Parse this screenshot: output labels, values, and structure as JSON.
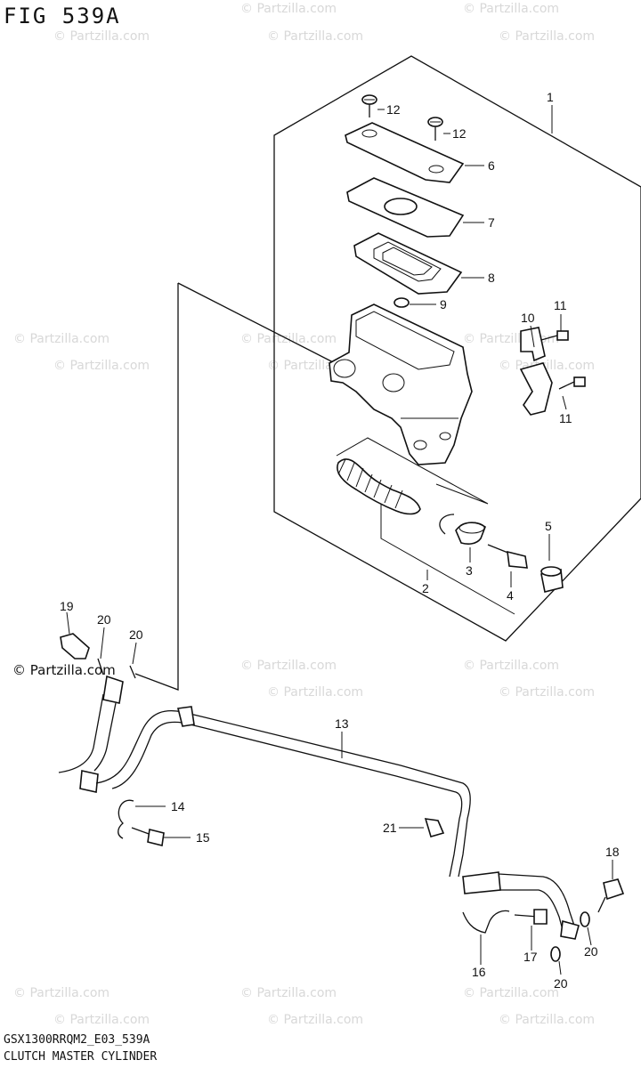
{
  "figure_title": "FIG 539A",
  "footer": {
    "model_code": "GSX1300RRQM2_E03_539A",
    "diagram_name": "CLUTCH MASTER CYLINDER"
  },
  "watermark": "© Partzilla.com",
  "callouts": [
    "1",
    "12",
    "12",
    "6",
    "7",
    "8",
    "9",
    "10",
    "11",
    "11",
    "5",
    "3",
    "2",
    "4",
    "19",
    "20",
    "20",
    "13",
    "14",
    "15",
    "21",
    "18",
    "20",
    "17",
    "16",
    "20"
  ]
}
